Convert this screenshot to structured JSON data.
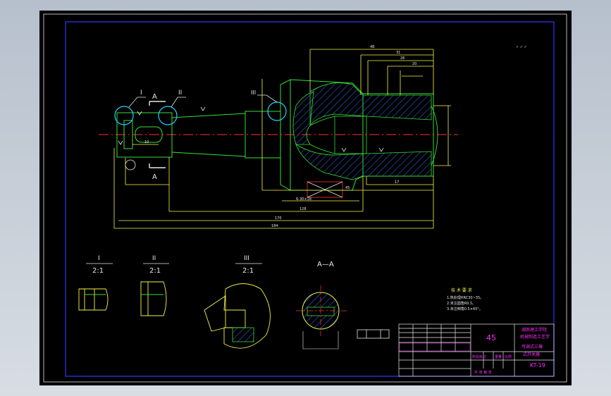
{
  "drawing": {
    "section_labels": {
      "A_top": "A",
      "A_bottom": "A",
      "I": "I",
      "II": "II",
      "III": "III"
    },
    "detail_views": [
      {
        "name": "I",
        "scale": "2:1"
      },
      {
        "name": "II",
        "scale": "2:1"
      },
      {
        "name": "III",
        "scale": "2:1"
      }
    ],
    "section_view": "A—A",
    "material": "45",
    "part_code": "KT-19",
    "title_block": {
      "school": "湖南理工学院",
      "course": "机械制造工艺学",
      "part_name": "可调式三爆",
      "part_name_2": "式开关器",
      "stage_labels": "阶段标记",
      "weight_label": "重量",
      "scale_label": "比例",
      "sheet_label": "共 张 第 张"
    },
    "tech_req_title": "技 术 要 求",
    "tech_req_lines": [
      "1.热处理HRC30~35。",
      "2.未注圆角R0.5。",
      "3.未注倒角0.5×45°。"
    ],
    "dims": {
      "d1": "48",
      "d2": "31",
      "d3": "26",
      "d4": "20",
      "d5": "128",
      "d6": "170",
      "d7": "184",
      "d8": "17",
      "d9": "45",
      "d10": "10",
      "flat": "6-30×18"
    },
    "colors": {
      "frame": "#3434ff",
      "outline": "#f5f54a",
      "shape": "#38e038",
      "center": "#ff3030",
      "hatch": "#2f5fd6",
      "magenta": "#ff2bff",
      "cyan": "#20d4ff",
      "white": "#e8e8e8"
    }
  }
}
